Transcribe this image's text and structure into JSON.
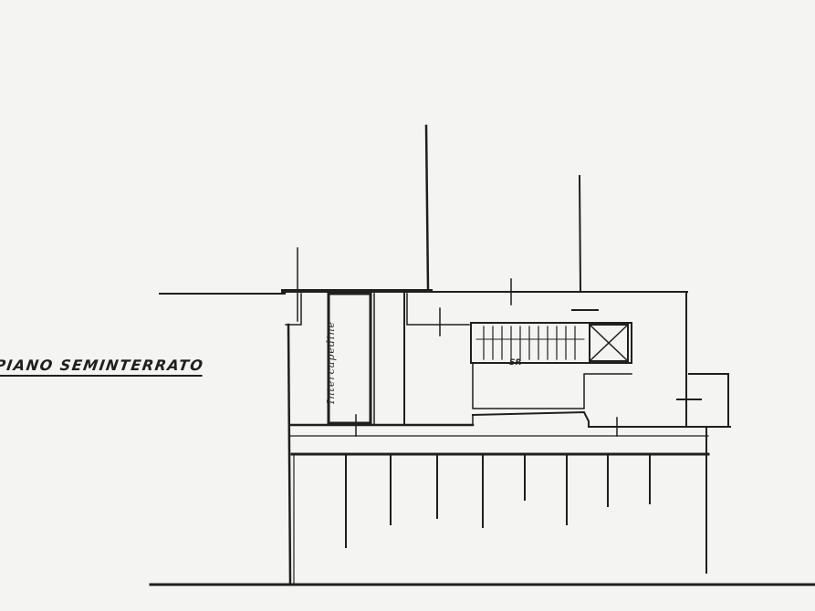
{
  "plan": {
    "floor_label": "PIANO SEMINTERRATO",
    "handwritten_note": "Intercapedine",
    "stair_label": "SR",
    "colors": {
      "background": "#f4f4f2",
      "ink": "#1f1f1f"
    }
  }
}
